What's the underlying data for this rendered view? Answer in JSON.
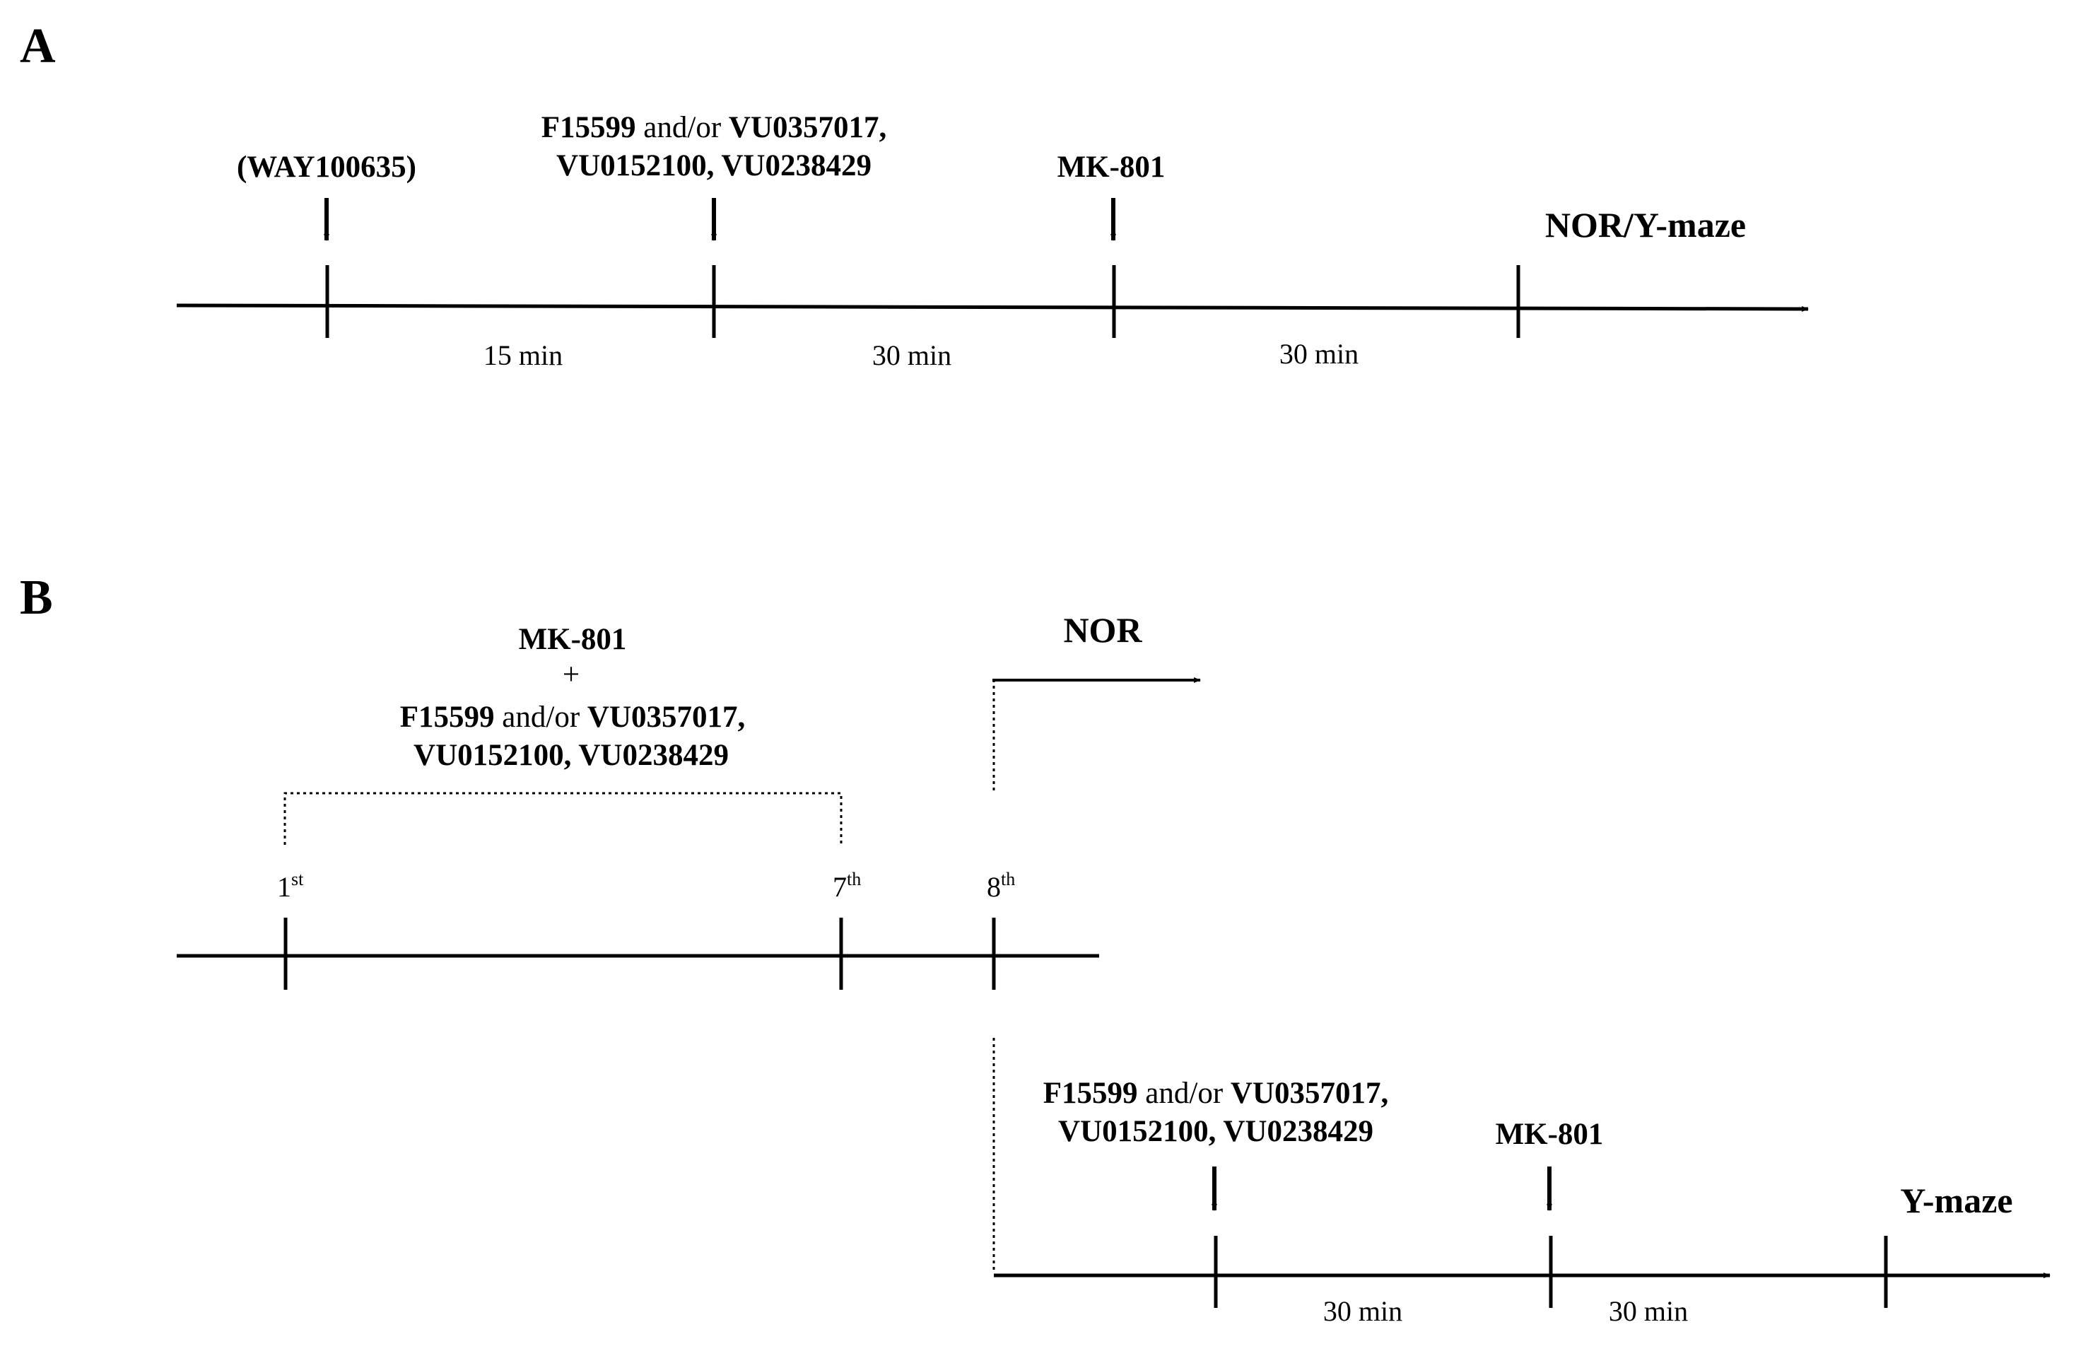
{
  "panel_a": {
    "label": "A",
    "way": "(WAY100635)",
    "combo_line1_bold": "F15599",
    "combo_line1_normal": " and/or ",
    "combo_line1_bold2": "VU0357017,",
    "combo_line2": "VU0152100, VU0238429",
    "mk": "MK-801",
    "end": "NOR/Y-maze",
    "intervals": [
      "15 min",
      "30 min",
      "30 min"
    ]
  },
  "panel_b": {
    "label": "B",
    "mk": "MK-801",
    "plus": "+",
    "combo_line1_bold": "F15599",
    "combo_line1_normal": " and/or ",
    "combo_line1_bold2": "VU0357017,",
    "combo_line2": "VU0152100, VU0238429",
    "nor": "NOR",
    "days": [
      {
        "num": "1",
        "sup": "st"
      },
      {
        "num": "7",
        "sup": "th"
      },
      {
        "num": "8",
        "sup": "th"
      }
    ],
    "lower": {
      "combo_line1_bold": "F15599",
      "combo_line1_normal": " and/or ",
      "combo_line1_bold2": "VU0357017,",
      "combo_line2": "VU0152100, VU0238429",
      "mk": "MK-801",
      "end": "Y-maze",
      "intervals": [
        "30 min",
        "30 min"
      ]
    }
  },
  "colors": {
    "ink": "#000000",
    "background": "#ffffff"
  }
}
